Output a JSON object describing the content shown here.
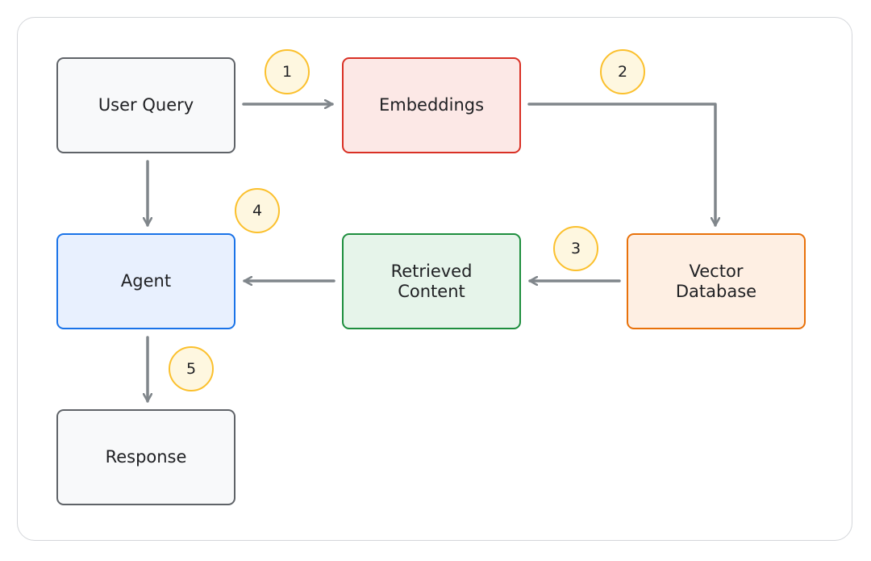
{
  "nodes": {
    "user_query": "User Query",
    "embeddings": "Embeddings",
    "agent": "Agent",
    "retrieved_content_line1": "Retrieved",
    "retrieved_content_line2": "Content",
    "vector_database_line1": "Vector",
    "vector_database_line2": "Database",
    "response": "Response"
  },
  "steps": {
    "s1": "1",
    "s2": "2",
    "s3": "3",
    "s4": "4",
    "s5": "5"
  },
  "colors": {
    "arrow": "#80868b",
    "badge_border": "#fbc02d",
    "badge_fill": "#fef7e0"
  }
}
